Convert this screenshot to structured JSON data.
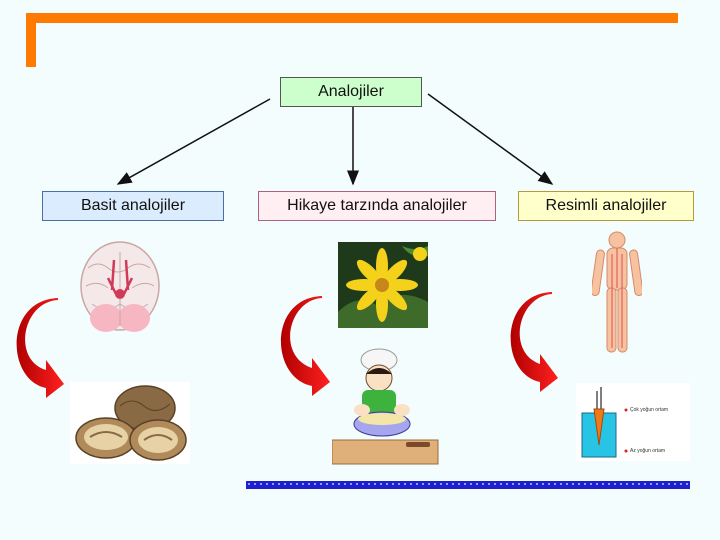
{
  "diagram": {
    "root": {
      "label": "Analojiler"
    },
    "children": [
      {
        "label": "Basit analojiler"
      },
      {
        "label": "Hikaye tarzında analojiler"
      },
      {
        "label": "Resimli analojiler"
      }
    ]
  },
  "images": {
    "brain": "brain-cross-section",
    "walnut": "walnut",
    "flower": "yellow-flower",
    "cook": "cook-mixing-bowl",
    "body": "human-circulatory-figure",
    "carrot": "carrot-osmosis-experiment"
  },
  "carrot_labels": {
    "top": "Çok yoğun ortam",
    "bottom": "Az yoğun ortam"
  },
  "colors": {
    "frame": "#ff7a00",
    "arrow": "#e01010",
    "root_box": "#ccffcc"
  }
}
